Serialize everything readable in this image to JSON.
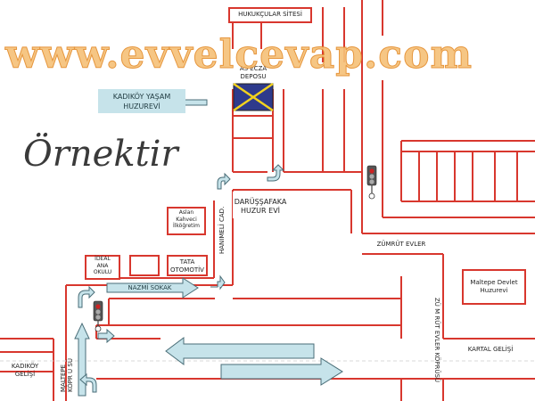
{
  "watermark": "www.evvelcevap.com",
  "example_label": "Örnektir",
  "places": {
    "hukukcular": "HUKUKÇULAR SİTESİ",
    "as_eczane": "AS ECZA\nDEPOSU",
    "yasam": "KADIKÖY YAŞAM\nHUZUREVİ",
    "darussafaka": "DARÜŞŞAFAKA\nHUZUR EVİ",
    "aslan": "Aslan\nKahveci\nİlköğretim",
    "ideal": "İDEAL\nANA\nOKULU",
    "tata": "TATA\nOTOMOTİV",
    "maltepe_devlet": "Maltepe Devlet\nHuzurevi"
  },
  "streets": {
    "hanimeli": "HANIMELİ CAD.",
    "nazmi": "NAZMİ SOKAK",
    "zumrut": "ZÜMRÜT EVLER",
    "zumrut_kopru": "ZÜ M RÜT EVLER KÖPRÜSÜ",
    "kartal": "KARTAL GELİŞİ",
    "kadikoy": "KADIKÖY\nGELİŞİ",
    "maltepe_kopru": "MALTEPE\nKÖPR Ü SÜ"
  },
  "colors": {
    "road": "#d8372e",
    "arrow_fill": "#c6e3ea",
    "arrow_stroke": "#4a6e78",
    "watermark": "#f6c27a",
    "depot_fill": "#2e3a8c",
    "depot_cross": "#f2d21e"
  },
  "icons": [
    "traffic-light-icon",
    "u-turn-arrow-icon",
    "direction-arrow-icon"
  ]
}
